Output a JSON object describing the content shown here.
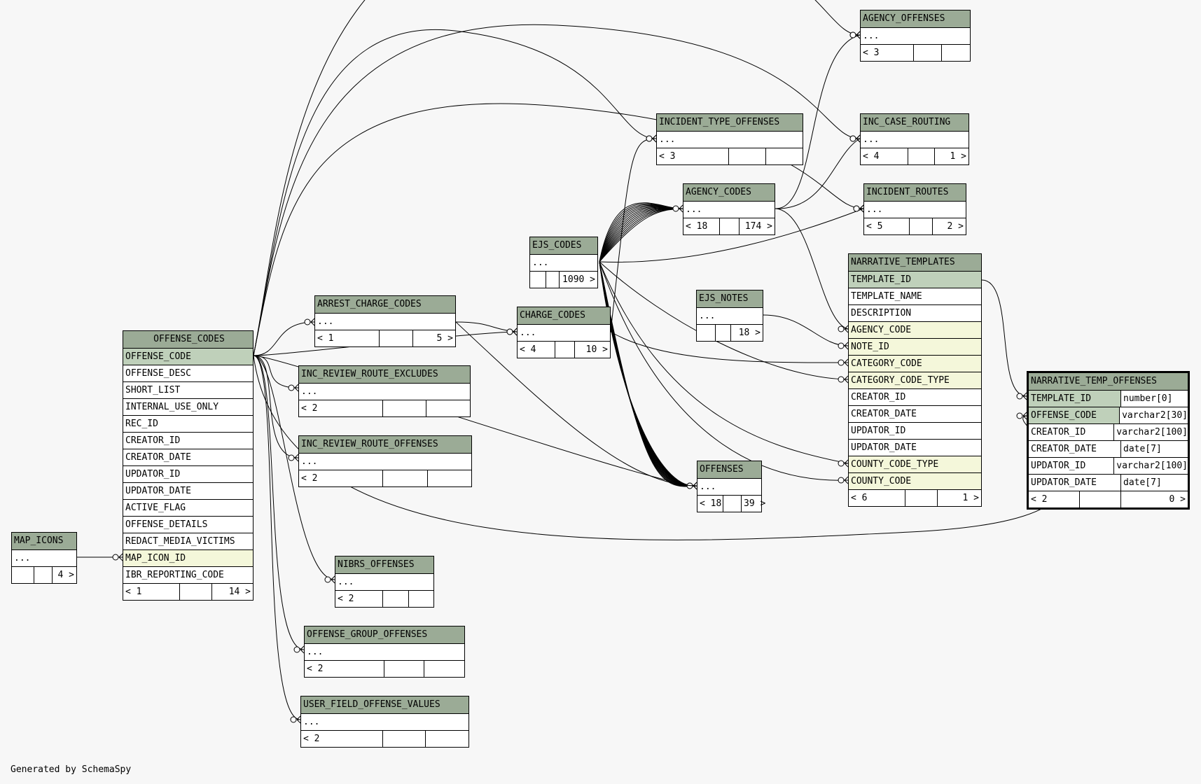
{
  "credit": "Generated by SchemaSpy",
  "tables": {
    "agency_offenses": {
      "name": "AGENCY_OFFENSES",
      "ellipsis": "...",
      "footer": [
        "< 3",
        "",
        ""
      ]
    },
    "inc_case_routing": {
      "name": "INC_CASE_ROUTING",
      "ellipsis": "...",
      "footer": [
        "< 4",
        "",
        "1 >"
      ]
    },
    "incident_type_offenses": {
      "name": "INCIDENT_TYPE_OFFENSES",
      "ellipsis": "...",
      "footer": [
        "< 3",
        "",
        ""
      ]
    },
    "agency_codes": {
      "name": "AGENCY_CODES",
      "ellipsis": "...",
      "footer": [
        "< 18",
        "",
        "174 >"
      ]
    },
    "incident_routes": {
      "name": "INCIDENT_ROUTES",
      "ellipsis": "...",
      "footer": [
        "< 5",
        "",
        "2 >"
      ]
    },
    "ejs_codes": {
      "name": "EJS_CODES",
      "ellipsis": "...",
      "footer": [
        "",
        "",
        "1090 >"
      ]
    },
    "narrative_templates": {
      "name": "NARRATIVE_TEMPLATES",
      "columns": [
        "TEMPLATE_ID",
        "TEMPLATE_NAME",
        "DESCRIPTION",
        "AGENCY_CODE",
        "NOTE_ID",
        "CATEGORY_CODE",
        "CATEGORY_CODE_TYPE",
        "CREATOR_ID",
        "CREATOR_DATE",
        "UPDATOR_ID",
        "UPDATOR_DATE",
        "COUNTY_CODE_TYPE",
        "COUNTY_CODE"
      ],
      "footer": [
        "< 6",
        "",
        "1 >"
      ]
    },
    "ejs_notes": {
      "name": "EJS_NOTES",
      "ellipsis": "...",
      "footer": [
        "",
        "",
        "18 >"
      ]
    },
    "arrest_charge_codes": {
      "name": "ARREST_CHARGE_CODES",
      "ellipsis": "...",
      "footer": [
        "< 1",
        "",
        "5 >"
      ]
    },
    "charge_codes": {
      "name": "CHARGE_CODES",
      "ellipsis": "...",
      "footer": [
        "< 4",
        "",
        "10 >"
      ]
    },
    "offense_codes": {
      "name": "OFFENSE_CODES",
      "columns": [
        "OFFENSE_CODE",
        "OFFENSE_DESC",
        "SHORT_LIST",
        "INTERNAL_USE_ONLY",
        "REC_ID",
        "CREATOR_ID",
        "CREATOR_DATE",
        "UPDATOR_ID",
        "UPDATOR_DATE",
        "ACTIVE_FLAG",
        "OFFENSE_DETAILS",
        "REDACT_MEDIA_VICTIMS",
        "MAP_ICON_ID",
        "IBR_REPORTING_CODE"
      ],
      "footer": [
        "< 1",
        "",
        "14 >"
      ]
    },
    "inc_review_route_excludes": {
      "name": "INC_REVIEW_ROUTE_EXCLUDES",
      "ellipsis": "...",
      "footer": [
        "< 2",
        "",
        ""
      ]
    },
    "inc_review_route_offenses": {
      "name": "INC_REVIEW_ROUTE_OFFENSES",
      "ellipsis": "...",
      "footer": [
        "< 2",
        "",
        ""
      ]
    },
    "narrative_temp_offenses": {
      "name": "NARRATIVE_TEMP_OFFENSES",
      "columns": [
        {
          "name": "TEMPLATE_ID",
          "type": "number[0]"
        },
        {
          "name": "OFFENSE_CODE",
          "type": "varchar2[30]"
        },
        {
          "name": "CREATOR_ID",
          "type": "varchar2[100]"
        },
        {
          "name": "CREATOR_DATE",
          "type": "date[7]"
        },
        {
          "name": "UPDATOR_ID",
          "type": "varchar2[100]"
        },
        {
          "name": "UPDATOR_DATE",
          "type": "date[7]"
        }
      ],
      "footer": [
        "< 2",
        "",
        "0 >"
      ]
    },
    "offenses": {
      "name": "OFFENSES",
      "ellipsis": "...",
      "footer": [
        "< 18",
        "",
        "39 >"
      ]
    },
    "map_icons": {
      "name": "MAP_ICONS",
      "ellipsis": "...",
      "footer": [
        "",
        "",
        "4 >"
      ]
    },
    "nibrs_offenses": {
      "name": "NIBRS_OFFENSES",
      "ellipsis": "...",
      "footer": [
        "< 2",
        "",
        ""
      ]
    },
    "offense_group_offenses": {
      "name": "OFFENSE_GROUP_OFFENSES",
      "ellipsis": "...",
      "footer": [
        "< 2",
        "",
        ""
      ]
    },
    "user_field_offense_values": {
      "name": "USER_FIELD_OFFENSE_VALUES",
      "ellipsis": "...",
      "footer": [
        "< 2",
        "",
        ""
      ]
    }
  },
  "colors": {
    "header": "#9bab96",
    "pk": "#bfd0ba",
    "fk": "#f4f7da",
    "background": "#f7f7f7"
  }
}
